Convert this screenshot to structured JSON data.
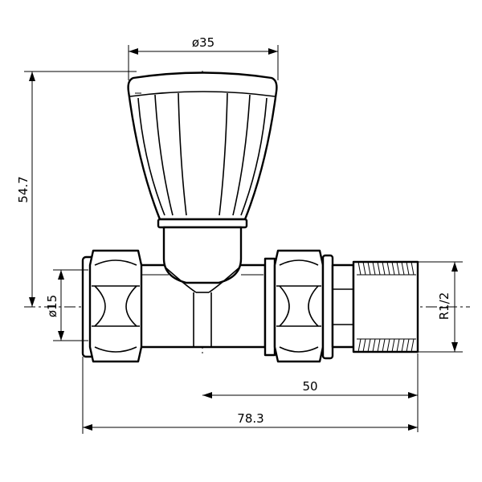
{
  "dimensions": {
    "knob_diameter": "ø35",
    "height": "54.7",
    "pipe_diameter": "ø15",
    "thread": "R1/2",
    "tail_length": "50",
    "overall_length": "78.3"
  }
}
